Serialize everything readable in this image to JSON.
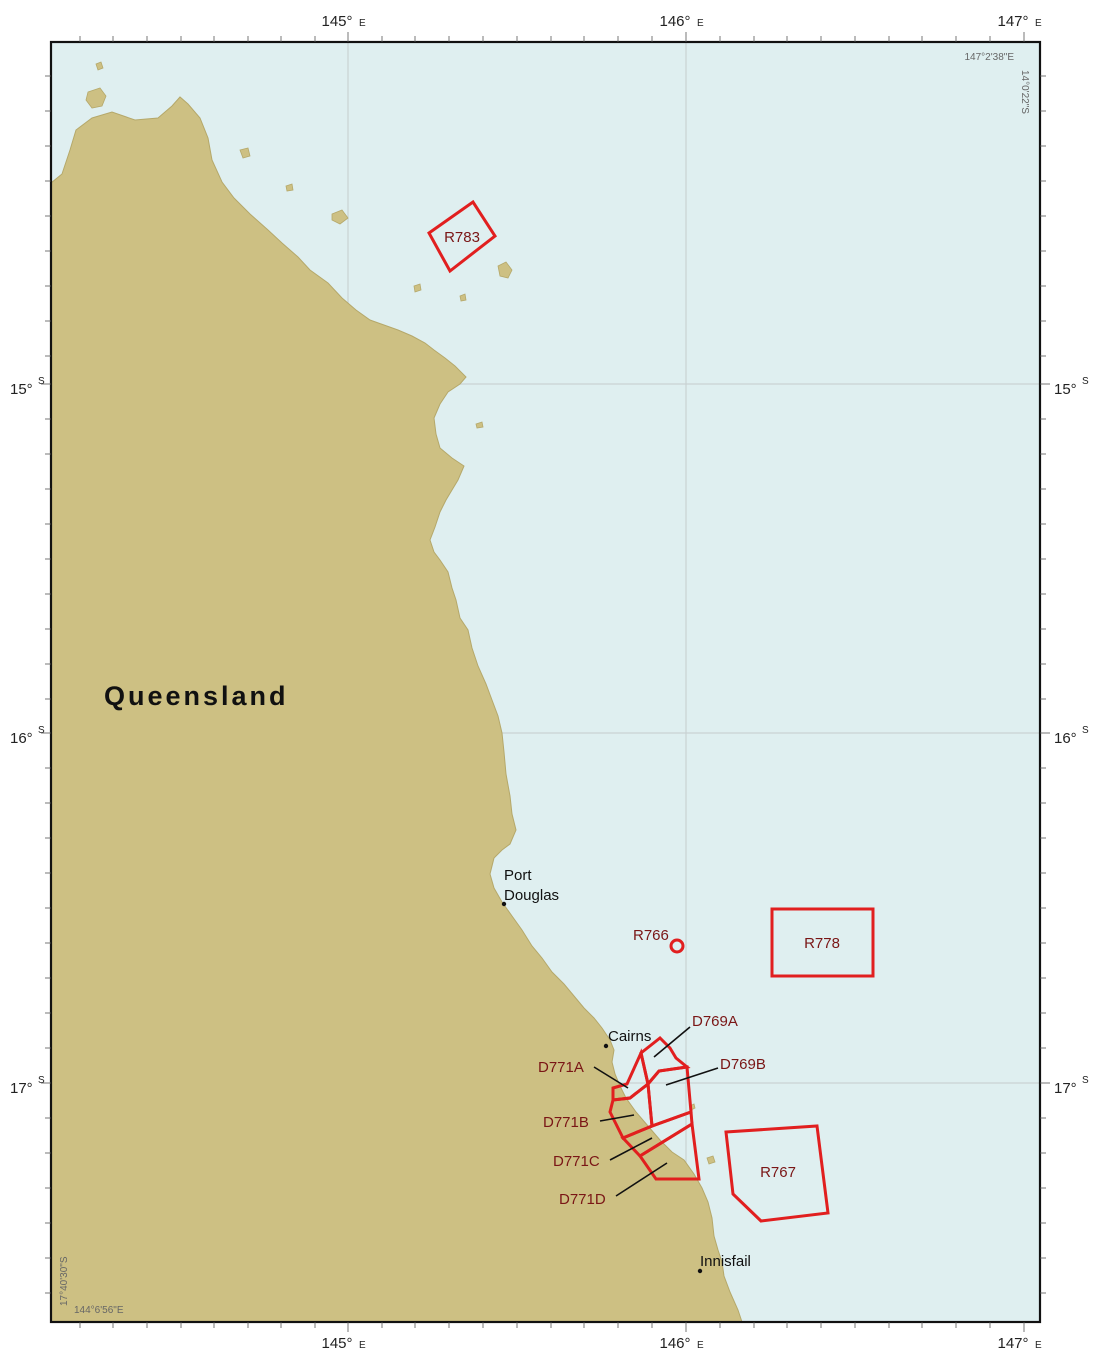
{
  "map": {
    "region_label": "Queensland",
    "colors": {
      "sea": "#dfeff0",
      "land": "#cdc083",
      "coast": "#b5a86a",
      "zone_outline": "#e11f1f",
      "zone_label": "#7a1616",
      "graticule": "#c9d2d3",
      "frame": "#111111"
    },
    "lon_labels": [
      "145°",
      "146°",
      "147°"
    ],
    "lon_hemi": "E",
    "lat_labels": [
      "15°",
      "16°",
      "17°"
    ],
    "lat_hemi": "S",
    "corners": {
      "top_right_lon": "147°2'38\"E",
      "top_right_lat": "14°0'22\"S",
      "bottom_left_lat": "17°40'30\"S",
      "bottom_left_lon": "144°6'56\"E"
    },
    "places": {
      "port_douglas_line1": "Port",
      "port_douglas_line2": "Douglas",
      "cairns": "Cairns",
      "innisfail": "Innisfail"
    },
    "zones": {
      "r783": "R783",
      "r766": "R766",
      "r778": "R778",
      "r767": "R767",
      "d769a": "D769A",
      "d769b": "D769B",
      "d771a": "D771A",
      "d771b": "D771B",
      "d771c": "D771C",
      "d771d": "D771D"
    }
  }
}
